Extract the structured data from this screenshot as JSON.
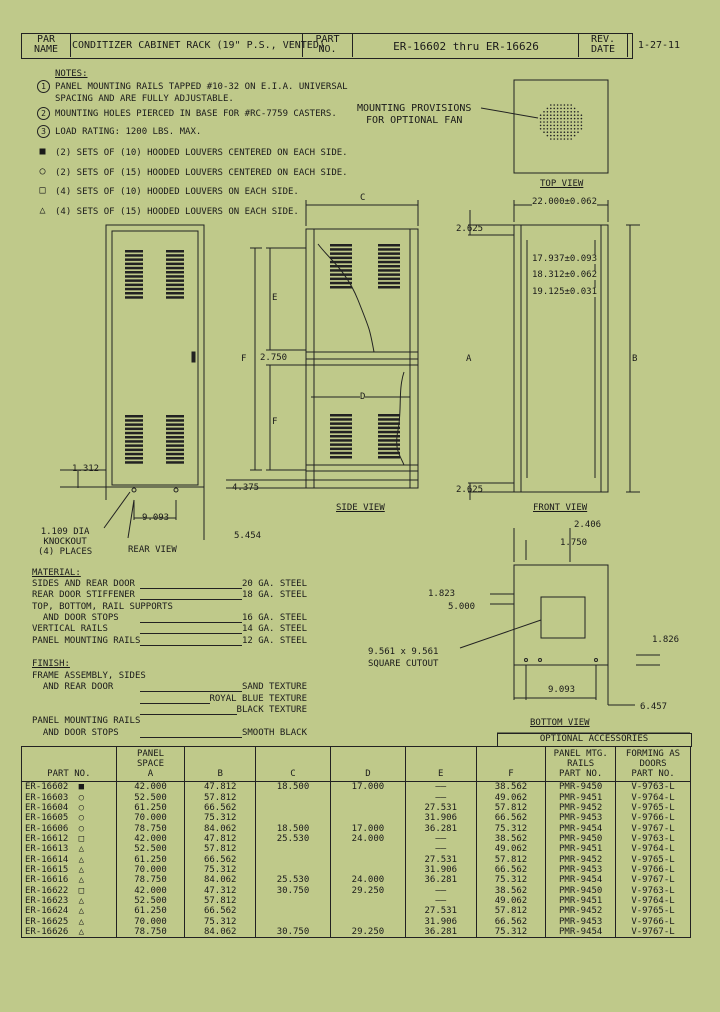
{
  "title_block": {
    "part_name_label": "PAR\nNAME",
    "part_name_value": "CONDITIZER CABINET RACK (19\" P.S., VENTED)",
    "part_no_label": "PART\nNO.",
    "part_no_value": "ER-16602 thru ER-16626",
    "rev_label": "REV.\nDATE",
    "rev_value": "1-27-11"
  },
  "notes": {
    "heading": "NOTES:",
    "items": [
      {
        "marker": "1",
        "text": "PANEL MOUNTING RAILS TAPPED #10-32 ON E.I.A. UNIVERSAL\nSPACING AND ARE FULLY ADJUSTABLE."
      },
      {
        "marker": "2",
        "text": "MOUNTING HOLES PIERCED IN BASE FOR #RC-7759 CASTERS."
      },
      {
        "marker": "3",
        "text": "LOAD RATING: 1200 LBS. MAX."
      },
      {
        "marker": "■",
        "text": "(2) SETS OF (10) HOODED LOUVERS CENTERED ON EACH SIDE."
      },
      {
        "marker": "○",
        "text": "(2) SETS OF (15) HOODED LOUVERS CENTERED ON EACH SIDE."
      },
      {
        "marker": "□",
        "text": "(4) SETS OF (10) HOODED LOUVERS ON EACH SIDE."
      },
      {
        "marker": "△",
        "text": "(4) SETS OF (15) HOODED LOUVERS ON EACH SIDE."
      }
    ]
  },
  "top_view": {
    "label": "TOP VIEW",
    "fan_note": "MOUNTING PROVISIONS\nFOR OPTIONAL FAN",
    "width_dim": "22.000±0.062"
  },
  "front_view": {
    "label": "FRONT VIEW",
    "dim_top": "2.625",
    "dim_1": "17.937±0.093",
    "dim_2": "18.312±0.062",
    "dim_3": "19.125±0.031",
    "dim_bottom": "2.625",
    "letter_a": "A",
    "letter_b": "B"
  },
  "side_view": {
    "label": "SIDE VIEW",
    "letter_c": "C",
    "letter_d": "D",
    "letter_e": "E",
    "letter_f1": "F",
    "letter_f2": "F",
    "dim_2750": "2.750"
  },
  "rear_view": {
    "label": "REAR VIEW",
    "dim_1312": "1.312",
    "dim_4375": "4.375",
    "dim_9093": "9.093",
    "dim_5454": "5.454",
    "knockout": "1.109 DIA\nKNOCKOUT\n(4) PLACES"
  },
  "bottom_view": {
    "label": "BOTTOM VIEW",
    "dim_2406": "2.406",
    "dim_1750": "1.750",
    "dim_1823": "1.823",
    "dim_5000": "5.000",
    "dim_1826": "1.826",
    "dim_9093": "9.093",
    "dim_6457": "6.457",
    "cutout": "9.561 x 9.561\nSQUARE CUTOUT"
  },
  "material": {
    "heading": "MATERIAL:",
    "rows": [
      {
        "item": "SIDES AND REAR DOOR",
        "value": "20 GA. STEEL"
      },
      {
        "item": "REAR DOOR STIFFENER",
        "value": "18 GA. STEEL"
      },
      {
        "item": "TOP, BOTTOM, RAIL SUPPORTS",
        "value": ""
      },
      {
        "item": "  AND DOOR STOPS",
        "value": "16 GA. STEEL"
      },
      {
        "item": "VERTICAL RAILS",
        "value": "14 GA. STEEL"
      },
      {
        "item": "PANEL MOUNTING RAILS",
        "value": "12 GA. STEEL"
      }
    ]
  },
  "finish": {
    "heading": "FINISH:",
    "rows": [
      {
        "item": "FRAME ASSEMBLY, SIDES",
        "value": ""
      },
      {
        "item": "  AND REAR DOOR",
        "value": "SAND TEXTURE"
      },
      {
        "item": "",
        "value": "ROYAL BLUE TEXTURE"
      },
      {
        "item": "",
        "value": "BLACK TEXTURE"
      },
      {
        "item": "PANEL MOUNTING RAILS",
        "value": ""
      },
      {
        "item": "  AND DOOR STOPS",
        "value": "SMOOTH BLACK"
      }
    ]
  },
  "table": {
    "optional_header": "OPTIONAL ACCESSORIES",
    "headers": [
      "PART NO.",
      "PANEL\nSPACE\nA",
      "B",
      "C",
      "D",
      "E",
      "F",
      "PANEL MTG.\nRAILS\nPART NO.",
      "FORMING AS\nDOORS\nPART NO."
    ],
    "rows": [
      [
        "ER-16602",
        "■",
        "42.000",
        "47.812",
        "18.500",
        "17.000",
        "——",
        "38.562",
        "PMR-9450",
        "V-9763-L"
      ],
      [
        "ER-16603",
        "○",
        "52.500",
        "57.812",
        "",
        "",
        "——",
        "49.062",
        "PMR-9451",
        "V-9764-L"
      ],
      [
        "ER-16604",
        "○",
        "61.250",
        "66.562",
        "",
        "",
        "27.531",
        "57.812",
        "PMR-9452",
        "V-9765-L"
      ],
      [
        "ER-16605",
        "○",
        "70.000",
        "75.312",
        "",
        "",
        "31.906",
        "66.562",
        "PMR-9453",
        "V-9766-L"
      ],
      [
        "ER-16606",
        "○",
        "78.750",
        "84.062",
        "18.500",
        "17.000",
        "36.281",
        "75.312",
        "PMR-9454",
        "V-9767-L"
      ],
      [
        "ER-16612",
        "□",
        "42.000",
        "47.812",
        "25.530",
        "24.000",
        "——",
        "38.562",
        "PMR-9450",
        "V-9763-L"
      ],
      [
        "ER-16613",
        "△",
        "52.500",
        "57.812",
        "",
        "",
        "——",
        "49.062",
        "PMR-9451",
        "V-9764-L"
      ],
      [
        "ER-16614",
        "△",
        "61.250",
        "66.562",
        "",
        "",
        "27.531",
        "57.812",
        "PMR-9452",
        "V-9765-L"
      ],
      [
        "ER-16615",
        "△",
        "70.000",
        "75.312",
        "",
        "",
        "31.906",
        "66.562",
        "PMR-9453",
        "V-9766-L"
      ],
      [
        "ER-16616",
        "△",
        "78.750",
        "84.062",
        "25.530",
        "24.000",
        "36.281",
        "75.312",
        "PMR-9454",
        "V-9767-L"
      ],
      [
        "ER-16622",
        "□",
        "42.000",
        "47.312",
        "30.750",
        "29.250",
        "——",
        "38.562",
        "PMR-9450",
        "V-9763-L"
      ],
      [
        "ER-16623",
        "△",
        "52.500",
        "57.812",
        "",
        "",
        "——",
        "49.062",
        "PMR-9451",
        "V-9764-L"
      ],
      [
        "ER-16624",
        "△",
        "61.250",
        "66.562",
        "",
        "",
        "27.531",
        "57.812",
        "PMR-9452",
        "V-9765-L"
      ],
      [
        "ER-16625",
        "△",
        "70.000",
        "75.312",
        "",
        "",
        "31.906",
        "66.562",
        "PMR-9453",
        "V-9766-L"
      ],
      [
        "ER-16626",
        "△",
        "78.750",
        "84.062",
        "30.750",
        "29.250",
        "36.281",
        "75.312",
        "PMR-9454",
        "V-9767-L"
      ]
    ]
  }
}
